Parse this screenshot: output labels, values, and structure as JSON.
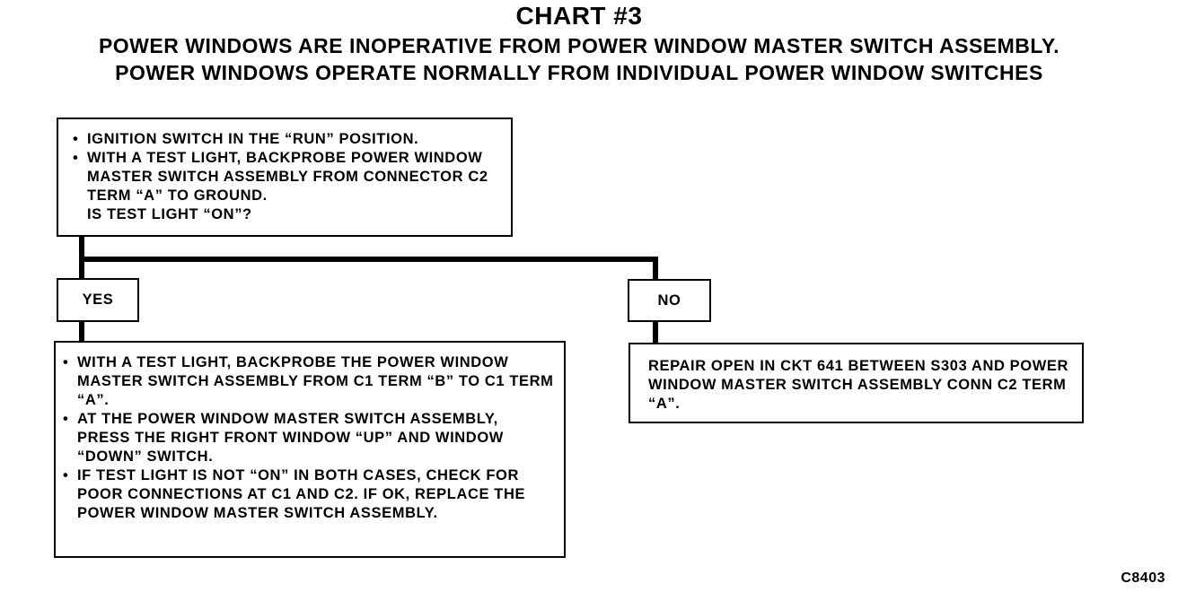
{
  "title": "CHART #3",
  "subtitle_line1": "POWER WINDOWS ARE INOPERATIVE FROM POWER WINDOW MASTER SWITCH ASSEMBLY.",
  "subtitle_line2": "POWER WINDOWS OPERATE NORMALLY FROM INDIVIDUAL POWER WINDOW SWITCHES",
  "step1": {
    "bullets": [
      "IGNITION SWITCH IN THE “RUN” POSITION.",
      "WITH A TEST LIGHT, BACKPROBE POWER WINDOW MASTER SWITCH ASSEMBLY FROM CONNECTOR C2 TERM “A” TO GROUND."
    ],
    "question": "IS TEST LIGHT “ON”?"
  },
  "yes_label": "YES",
  "no_label": "NO",
  "yes_step": {
    "bullets": [
      "WITH A TEST LIGHT, BACKPROBE THE POWER WINDOW MASTER SWITCH ASSEMBLY FROM C1 TERM “B” TO C1 TERM “A”.",
      "AT THE POWER WINDOW MASTER SWITCH ASSEMBLY, PRESS THE RIGHT FRONT WINDOW “UP” AND WINDOW “DOWN” SWITCH.",
      "IF TEST LIGHT IS NOT “ON” IN BOTH CASES, CHECK FOR POOR CONNECTIONS AT C1 AND C2. IF OK, REPLACE THE POWER WINDOW MASTER SWITCH ASSEMBLY."
    ]
  },
  "no_step": {
    "text": "REPAIR OPEN IN CKT 641 BETWEEN S303 AND POWER WINDOW MASTER SWITCH ASSEMBLY CONN C2 TERM “A”."
  },
  "figure_code": "C8403"
}
